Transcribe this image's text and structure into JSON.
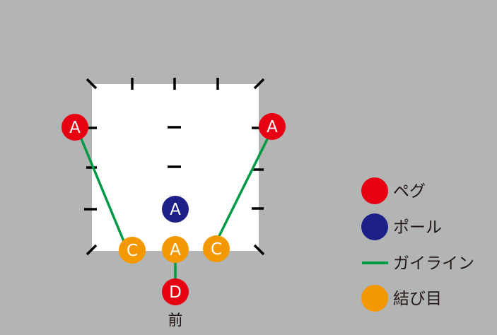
{
  "colors": {
    "background": "#b3b4b4",
    "tent_floor": "#ffffff",
    "peg": "#e60012",
    "pole": "#1d2088",
    "guyline": "#009944",
    "knot": "#f39800",
    "mark": "#000000",
    "label_text": "#ffffff",
    "legend_text": "#231815"
  },
  "diagram": {
    "front_label": "前",
    "markers": [
      {
        "id": "peg-left",
        "kind": "peg",
        "label": "A"
      },
      {
        "id": "peg-right",
        "kind": "peg",
        "label": "A"
      },
      {
        "id": "pole",
        "kind": "pole",
        "label": "A"
      },
      {
        "id": "knot-left",
        "kind": "knot",
        "label": "C"
      },
      {
        "id": "knot-mid",
        "kind": "knot",
        "label": "A"
      },
      {
        "id": "knot-right",
        "kind": "knot",
        "label": "C"
      },
      {
        "id": "peg-front",
        "kind": "peg",
        "label": "D"
      }
    ]
  },
  "legend": {
    "items": [
      {
        "kind": "peg",
        "label": "ペグ",
        "icon": "red-circle"
      },
      {
        "kind": "pole",
        "label": "ポール",
        "icon": "navy-circle"
      },
      {
        "kind": "guyline",
        "label": "ガイライン",
        "icon": "green-line"
      },
      {
        "kind": "knot",
        "label": "結び目",
        "icon": "orange-circle"
      }
    ]
  }
}
